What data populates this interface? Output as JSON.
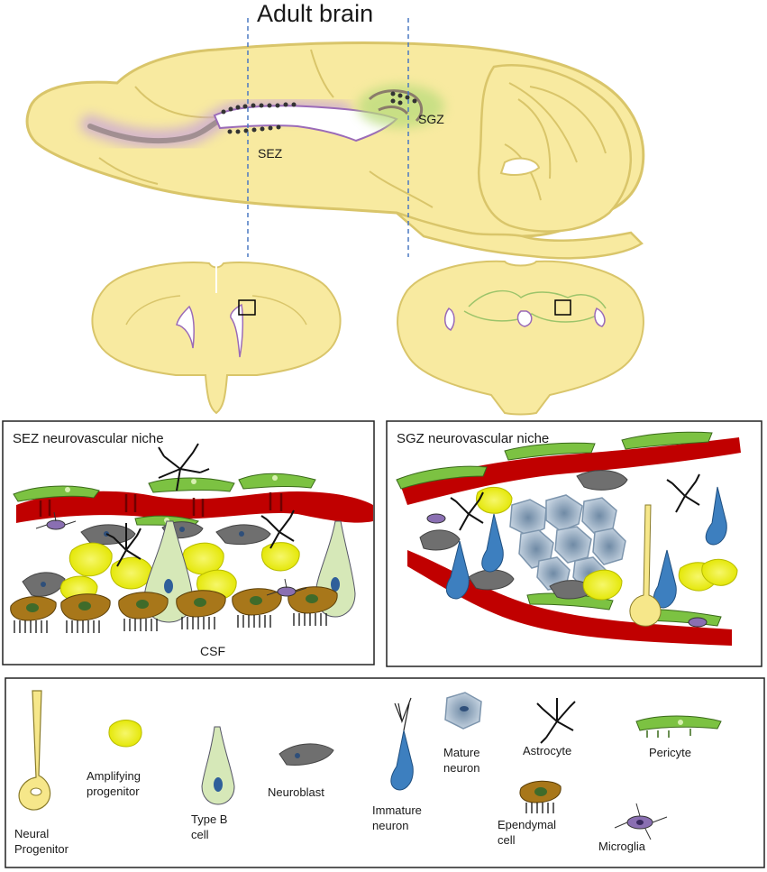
{
  "title": "Adult brain",
  "regions": {
    "sez": "SEZ",
    "sgz": "SGZ",
    "csf": "CSF"
  },
  "panels": {
    "sez_title": "SEZ neurovascular niche",
    "sgz_title": "SGZ neurovascular niche"
  },
  "legend": {
    "neural_progenitor": "Neural\nProgenitor",
    "amplifying_progenitor": "Amplifying\nprogenitor",
    "type_b_cell": "Type B\ncell",
    "neuroblast": "Neuroblast",
    "immature_neuron": "Immature\nneuron",
    "mature_neuron": "Mature\nneuron",
    "astrocyte": "Astrocyte",
    "pericyte": "Pericyte",
    "ependymal_cell": "Ependymal\ncell",
    "microglia": "Microglia"
  },
  "colors": {
    "brain_fill": "#f8eaa0",
    "brain_stroke": "#d9c56a",
    "ventricle": "#9b6bb8",
    "sgz_glow": "#8dc63f",
    "vessel": "#c00000",
    "pericyte": "#7cc242",
    "amplifying": "#eef000",
    "neuroblast": "#6f6f6f",
    "mature_neuron": "#9fb4c9",
    "immature_neuron": "#3d7fbf",
    "ependymal": "#a8771a",
    "microglia": "#8a6fb2",
    "guide_line": "#4a78c2"
  }
}
